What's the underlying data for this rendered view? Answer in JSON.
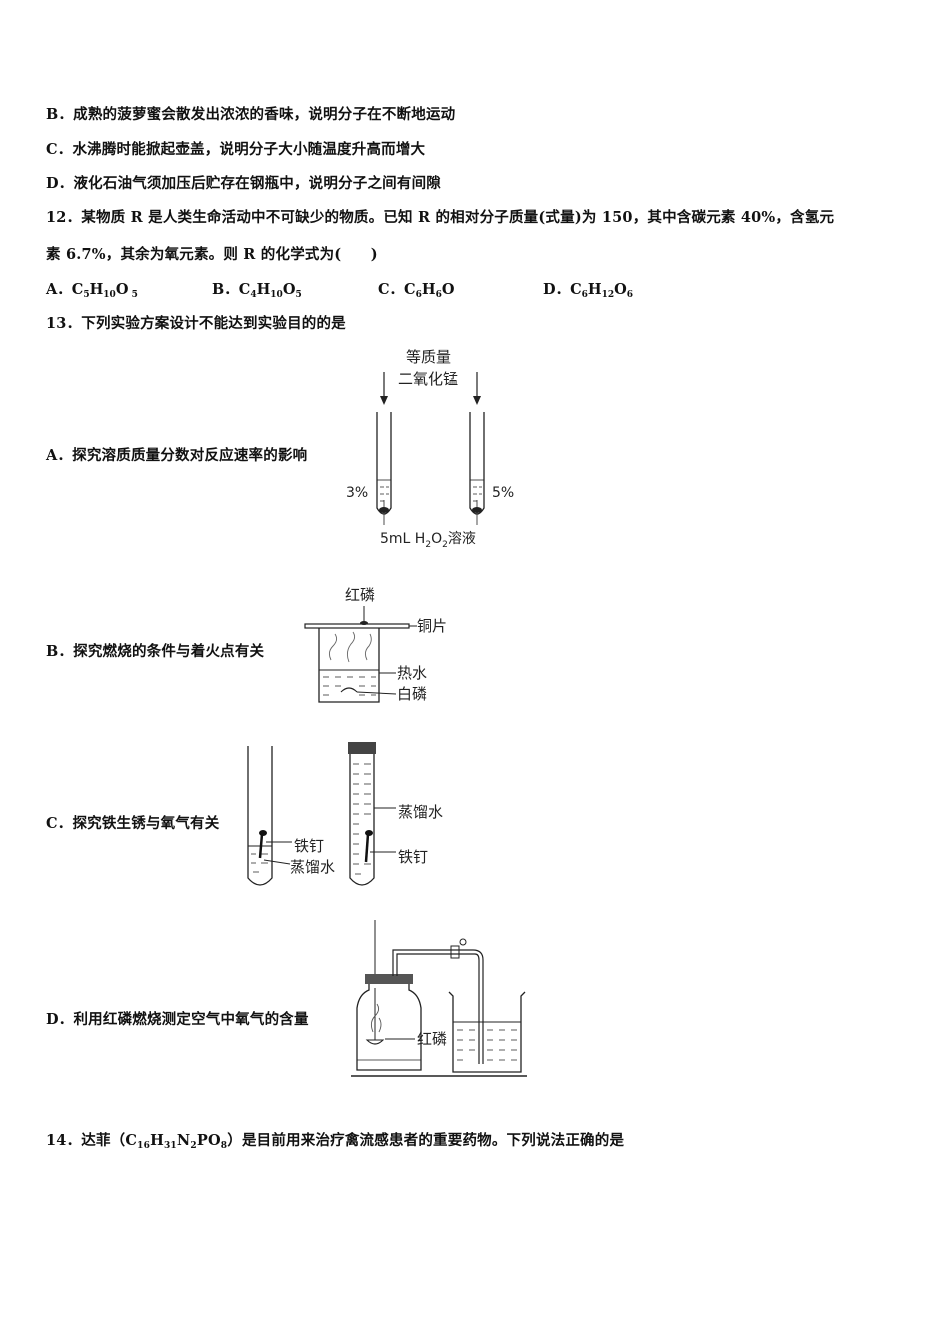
{
  "q11_options": {
    "B": "B．成熟的菠萝蜜会散发出浓浓的香味，说明分子在不断地运动",
    "C": "C．水沸腾时能掀起壶盖，说明分子大小随温度升高而增大",
    "D": "D．液化石油气须加压后贮存在钢瓶中，说明分子之间有间隙"
  },
  "q12": {
    "line1": "12．某物质 R 是人类生命活动中不可缺少的物质。已知 R 的相对分子质量(式量)为 150，其中含碳元素 40%，含氢元",
    "line2": "素 6.7%，其余为氧元素。则 R 的化学式为(　　)",
    "options": {
      "A_label": "A．",
      "A_c": "C",
      "A_cn": "5",
      "A_h": "H",
      "A_hn": "10",
      "A_o": "O",
      "A_on": " 5",
      "B_label": "B．",
      "B_c": "C",
      "B_cn": "4",
      "B_h": "H",
      "B_hn": "10",
      "B_o": "O",
      "B_on": "5",
      "C_label": "C．",
      "C_c": "C",
      "C_cn": "6",
      "C_h": "H",
      "C_hn": "6",
      "C_o": "O",
      "D_label": "D．",
      "D_c": "C",
      "D_cn": "6",
      "D_h": "H",
      "D_hn": "12",
      "D_o": "O",
      "D_on": "6"
    }
  },
  "q13": {
    "stem": "13．下列实验方案设计不能达到实验目的的是",
    "A": {
      "text": "A．探究溶质质量分数对反应速率的影响",
      "fig_top1": "等质量",
      "fig_top2": "二氧化锰",
      "left_pct": "3%",
      "right_pct": "5%",
      "bottom_a": "5mL H",
      "bottom_sub": "2",
      "bottom_b": "O",
      "bottom_sub2": "2",
      "bottom_c": "溶液"
    },
    "B": {
      "text": "B．探究燃烧的条件与着火点有关",
      "red_p": "红磷",
      "copper": "铜片",
      "hot_water": "热水",
      "white_p": "白磷"
    },
    "C": {
      "text": "C．探究铁生锈与氧气有关",
      "nail_left": "铁钉",
      "water_left": "蒸馏水",
      "water_right": "蒸馏水",
      "nail_right": "铁钉"
    },
    "D": {
      "text": "D．利用红磷燃烧测定空气中氧气的含量",
      "red_p": "红磷"
    }
  },
  "q14": {
    "a": "14．达菲（C",
    "s1": "16",
    "b": "H",
    "s2": "31",
    "c": "N",
    "s3": "2",
    "d": "PO",
    "s4": "8",
    "e": "）是目前用来治疗禽流感患者的重要药物。下列说法正确的是"
  }
}
